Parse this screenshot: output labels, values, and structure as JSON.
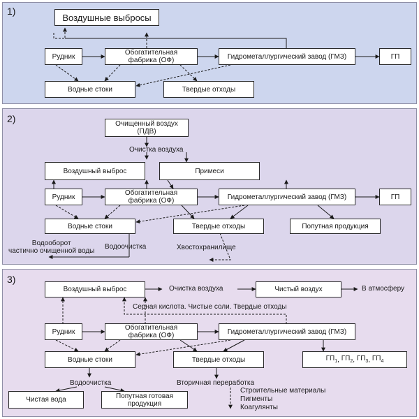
{
  "panel1": {
    "number": "1)",
    "air": "Воздушные выбросы",
    "mine": "Рудник",
    "plant": "Обогатительная\nфабрика (ОФ)",
    "hmp": "Гидрометаллургический завод (ГМЗ)",
    "gp": "ГП",
    "water": "Водные стоки",
    "solid": "Твердые отходы"
  },
  "panel2": {
    "number": "2)",
    "clean_air": "Очищенный воздух\n(ПДВ)",
    "air_cleaning": "Очистка воздуха",
    "air": "Воздушный выброс",
    "impurities": "Примеси",
    "mine": "Рудник",
    "plant": "Обогатительная\nфабрика (ОФ)",
    "hmp": "Гидрометаллургический завод (ГМЗ)",
    "gp": "ГП",
    "water": "Водные стоки",
    "solid": "Твердые отходы",
    "byproduct": "Попутная продукция",
    "recycling": "Водооборот\nчастично очищенной воды",
    "water_treatment": "Водоочистка",
    "tailings": "Хвостохранилище"
  },
  "panel3": {
    "number": "3)",
    "air": "Воздушный выброс",
    "air_cleaning": "Очистка воздуха",
    "clean_air": "Чистый воздух",
    "to_atmosphere": "В атмосферу",
    "acid": "Серная кислота. Чистые соли. Твердые отходы",
    "mine": "Рудник",
    "plant": "Обогатительная\nфабрика (ОФ)",
    "hmp": "Гидрометаллургический завод (ГМЗ)",
    "gp_prefix": "ГП",
    "gp_subs": [
      "1",
      "2",
      "3",
      "4"
    ],
    "water": "Водные стоки",
    "solid": "Твердые отходы",
    "water_treatment": "Водоочистка",
    "clean_water": "Чистая вода",
    "ready_products": "Попутная готовая\nпродукция",
    "secondary": "Вторичная переработка",
    "building": "Строительные материалы",
    "pigments": "Пигменты",
    "coagulants": "Коагулянты"
  }
}
